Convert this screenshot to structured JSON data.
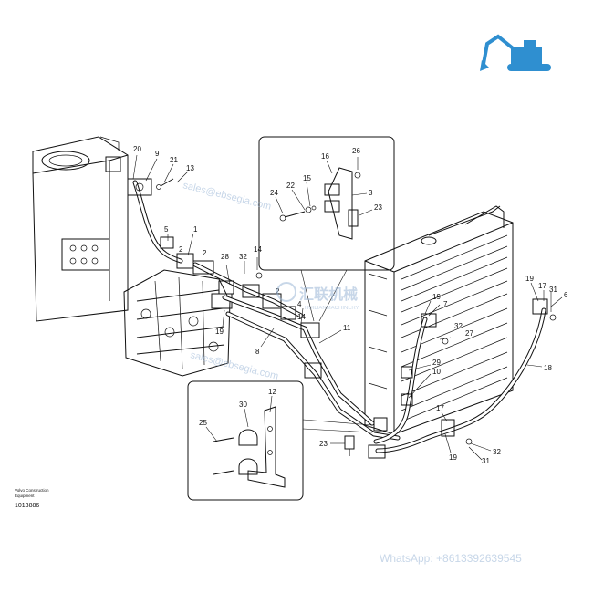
{
  "diagram": {
    "part_labels": [
      {
        "id": "l20",
        "text": "20"
      },
      {
        "id": "l9",
        "text": "9"
      },
      {
        "id": "l21",
        "text": "21"
      },
      {
        "id": "l13",
        "text": "13"
      },
      {
        "id": "l5",
        "text": "5"
      },
      {
        "id": "l1a",
        "text": "1"
      },
      {
        "id": "l2a",
        "text": "2"
      },
      {
        "id": "l2b",
        "text": "2"
      },
      {
        "id": "l28",
        "text": "28"
      },
      {
        "id": "l32a",
        "text": "32"
      },
      {
        "id": "l14a",
        "text": "14"
      },
      {
        "id": "l4",
        "text": "4"
      },
      {
        "id": "l19a",
        "text": "19"
      },
      {
        "id": "l8",
        "text": "8"
      },
      {
        "id": "l11",
        "text": "11"
      },
      {
        "id": "l14b",
        "text": "14"
      },
      {
        "id": "l7",
        "text": "7"
      },
      {
        "id": "l19b",
        "text": "19"
      },
      {
        "id": "l32b",
        "text": "32"
      },
      {
        "id": "l27",
        "text": "27"
      },
      {
        "id": "l29",
        "text": "29"
      },
      {
        "id": "l10",
        "text": "10"
      },
      {
        "id": "l19c",
        "text": "19"
      },
      {
        "id": "l17a",
        "text": "17"
      },
      {
        "id": "l31a",
        "text": "31"
      },
      {
        "id": "l6",
        "text": "6"
      },
      {
        "id": "l18",
        "text": "18"
      },
      {
        "id": "l17b",
        "text": "17"
      },
      {
        "id": "l19d",
        "text": "19"
      },
      {
        "id": "l32c",
        "text": "32"
      },
      {
        "id": "l31b",
        "text": "31"
      },
      {
        "id": "l23a",
        "text": "23"
      },
      {
        "id": "l16",
        "text": "16"
      },
      {
        "id": "l26",
        "text": "26"
      },
      {
        "id": "l15",
        "text": "15"
      },
      {
        "id": "l22",
        "text": "22"
      },
      {
        "id": "l24",
        "text": "24"
      },
      {
        "id": "l3",
        "text": "3"
      },
      {
        "id": "l23b",
        "text": "23"
      },
      {
        "id": "l12",
        "text": "12"
      },
      {
        "id": "l30",
        "text": "30"
      },
      {
        "id": "l25",
        "text": "25"
      },
      {
        "id": "l2c",
        "text": "2"
      }
    ],
    "footer_line1": "Volvo Construction",
    "footer_line2": "Equipment",
    "drawing_number": "1013886"
  },
  "watermarks": {
    "brand_cn": "汇联机械",
    "brand_en": "HUILIANMACHINERY",
    "site_1": "sales@ebsegia.com",
    "site_2": "sales@ebsegia.com",
    "whatsapp": "WhatsApp: +8613392639545"
  },
  "colors": {
    "logo_blue": "#2f8fd0",
    "watermark": "#9ab6d6"
  }
}
